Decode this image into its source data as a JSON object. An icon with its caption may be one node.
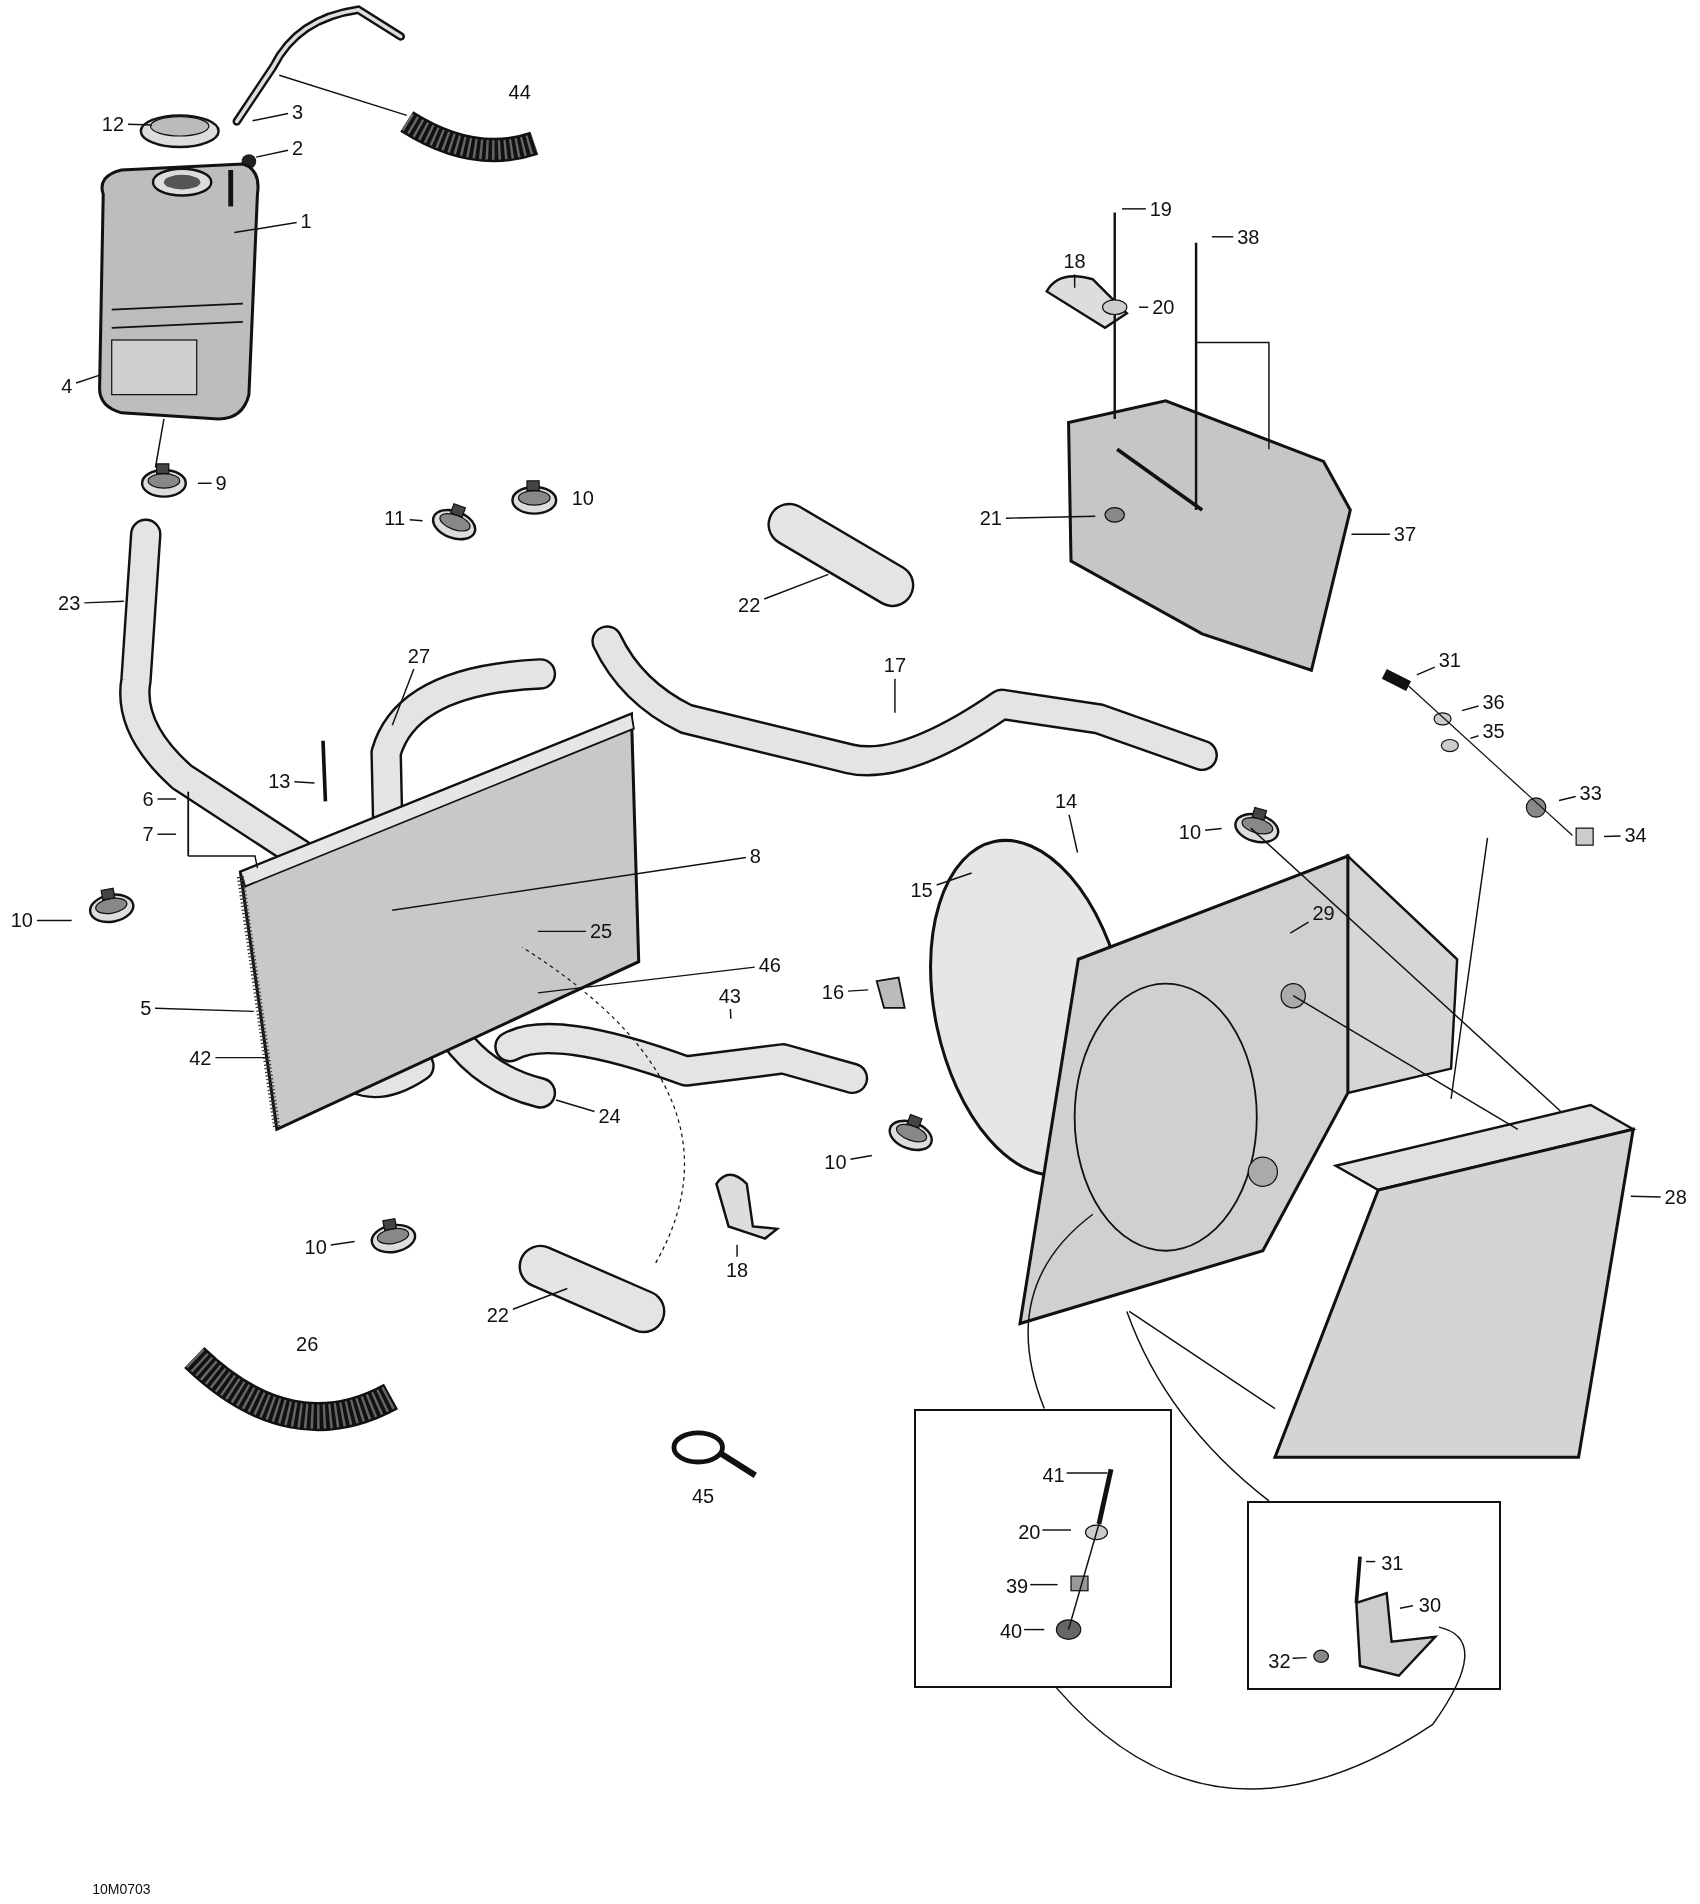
{
  "diagram": {
    "nodes": [
      {
        "text": [
          "3"
        ]
      },
      {
        "text": [
          "12"
        ]
      },
      {
        "text": [
          "2"
        ]
      },
      {
        "text": [
          "19"
        ]
      },
      {
        "text": [
          "1"
        ]
      },
      {
        "text": [
          "38"
        ]
      },
      {
        "text": [
          "18"
        ]
      },
      {
        "text": [
          "20"
        ]
      },
      {
        "text": [
          "4"
        ]
      },
      {
        "text": [
          "9"
        ]
      },
      {
        "text": [
          "11"
        ]
      },
      {
        "text": [
          "21"
        ]
      },
      {
        "text": [
          "37"
        ]
      },
      {
        "text": [
          "23"
        ]
      },
      {
        "text": [
          "22"
        ]
      },
      {
        "text": [
          "27"
        ]
      },
      {
        "text": [
          "17"
        ]
      },
      {
        "text": [
          "31"
        ]
      },
      {
        "text": [
          "36"
        ]
      },
      {
        "text": [
          "35"
        ]
      },
      {
        "text": [
          "13"
        ]
      },
      {
        "text": [
          "33"
        ]
      },
      {
        "text": [
          "6"
        ]
      },
      {
        "text": [
          "14"
        ]
      },
      {
        "text": [
          "10"
        ]
      },
      {
        "text": [
          "7"
        ]
      },
      {
        "text": [
          "34"
        ]
      },
      {
        "text": [
          "8"
        ]
      },
      {
        "text": [
          "15"
        ]
      },
      {
        "text": [
          "10"
        ]
      },
      {
        "text": [
          "29"
        ]
      },
      {
        "text": [
          "25"
        ]
      },
      {
        "text": [
          "46"
        ]
      },
      {
        "text": [
          "16"
        ]
      },
      {
        "text": [
          "43"
        ]
      },
      {
        "text": [
          "5"
        ]
      },
      {
        "text": [
          "42"
        ]
      },
      {
        "text": [
          "24"
        ]
      },
      {
        "text": [
          "10"
        ]
      },
      {
        "text": [
          "28"
        ]
      },
      {
        "text": [
          "10"
        ]
      },
      {
        "text": [
          "18"
        ]
      },
      {
        "text": [
          "22"
        ]
      },
      {
        "text": [],
        "shape": "box"
      },
      {
        "text": [
          "41"
        ],
        "in": 43
      },
      {
        "text": [
          "20"
        ],
        "in": 43
      },
      {
        "text": [
          "39"
        ],
        "in": 43
      },
      {
        "text": [
          "40"
        ],
        "in": 43
      },
      {
        "text": [],
        "shape": "box"
      },
      {
        "text": [
          "31"
        ],
        "in": 48
      },
      {
        "text": [
          "30"
        ],
        "in": 48
      },
      {
        "text": [
          "32"
        ],
        "in": 48
      }
    ],
    "edges": [
      {
        "from": 0,
        "to": null,
        "arrow": "none"
      },
      {
        "from": 1,
        "to": null,
        "arrow": "none"
      },
      {
        "from": 2,
        "to": null,
        "arrow": "none"
      },
      {
        "from": 3,
        "to": null,
        "arrow": "none"
      },
      {
        "from": 4,
        "to": null,
        "arrow": "none"
      },
      {
        "from": 5,
        "to": null,
        "arrow": "none"
      },
      {
        "from": 6,
        "to": null,
        "arrow": "none"
      },
      {
        "from": 7,
        "to": null,
        "arrow": "none"
      },
      {
        "from": 8,
        "to": null,
        "arrow": "none"
      },
      {
        "from": 9,
        "to": null,
        "arrow": "none"
      },
      {
        "from": 10,
        "to": null,
        "arrow": "none"
      },
      {
        "from": 11,
        "to": null,
        "arrow": "none"
      },
      {
        "from": 12,
        "to": null,
        "arrow": "none"
      },
      {
        "from": 13,
        "to": null,
        "arrow": "none"
      },
      {
        "from": 14,
        "to": null,
        "arrow": "none"
      },
      {
        "from": 15,
        "to": null,
        "arrow": "none"
      },
      {
        "from": 16,
        "to": null,
        "arrow": "none"
      },
      {
        "from": 17,
        "to": null,
        "arrow": "none"
      },
      {
        "from": 18,
        "to": null,
        "arrow": "none"
      },
      {
        "from": 19,
        "to": null,
        "arrow": "none"
      },
      {
        "from": 20,
        "to": null,
        "arrow": "none"
      },
      {
        "from": 21,
        "to": null,
        "arrow": "none"
      },
      {
        "from": 22,
        "to": null,
        "arrow": "none"
      },
      {
        "from": 23,
        "to": null,
        "arrow": "none"
      },
      {
        "from": 24,
        "to": null,
        "arrow": "none"
      },
      {
        "from": 25,
        "to": null,
        "arrow": "none"
      },
      {
        "from": 26,
        "to": null,
        "arrow": "none"
      },
      {
        "from": 27,
        "to": null,
        "arrow": "none"
      },
      {
        "from": 28,
        "to": null,
        "arrow": "none"
      },
      {
        "from": 29,
        "to": null,
        "arrow": "none"
      },
      {
        "from": 30,
        "to": null,
        "arrow": "none"
      },
      {
        "from": 31,
        "to": null,
        "arrow": "none"
      },
      {
        "from": 32,
        "to": null,
        "arrow": "none"
      },
      {
        "from": 33,
        "to": null,
        "arrow": "none"
      },
      {
        "from": 34,
        "to": null,
        "arrow": "none"
      },
      {
        "from": 35,
        "to": null,
        "arrow": "none"
      },
      {
        "from": 36,
        "to": null,
        "arrow": "none"
      },
      {
        "from": 37,
        "to": null,
        "arrow": "none"
      },
      {
        "from": 38,
        "to": null,
        "arrow": "none"
      },
      {
        "from": 39,
        "to": null,
        "arrow": "none"
      },
      {
        "from": 40,
        "to": null,
        "arrow": "none"
      },
      {
        "from": 41,
        "to": null,
        "arrow": "none"
      },
      {
        "from": 42,
        "to": null,
        "arrow": "none"
      },
      {
        "from": 44,
        "to": null,
        "arrow": "none"
      },
      {
        "from": 45,
        "to": null,
        "arrow": "none"
      },
      {
        "from": 46,
        "to": null,
        "arrow": "none"
      },
      {
        "from": 47,
        "to": null,
        "arrow": "none"
      },
      {
        "from": 49,
        "to": null,
        "arrow": "none"
      },
      {
        "from": 50,
        "to": null,
        "arrow": "none"
      },
      {
        "from": 51,
        "to": null,
        "arrow": "none"
      }
    ],
    "labels": [
      "44",
      "10",
      "26",
      "45",
      "10M0703"
    ]
  }
}
